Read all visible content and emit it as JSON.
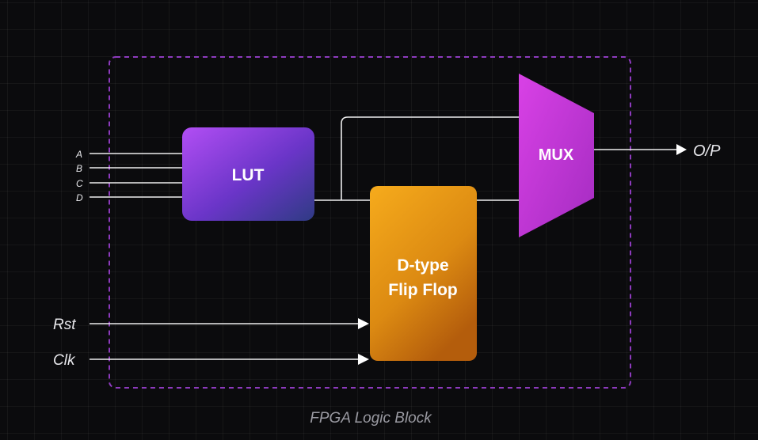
{
  "inputs": [
    "A",
    "B",
    "C",
    "D"
  ],
  "blocks": {
    "lut": "LUT",
    "flipflop_line1": "D-type",
    "flipflop_line2": "Flip Flop",
    "mux": "MUX"
  },
  "signals": {
    "reset": "Rst",
    "clock": "Clk",
    "output": "O/P"
  },
  "caption": "FPGA Logic Block",
  "colors": {
    "boundary": "#9b3fd0",
    "lut_gradient": [
      "#b04ef2",
      "#2e3a86"
    ],
    "flipflop_gradient": [
      "#f4a81a",
      "#b85e0a"
    ],
    "mux_gradient": [
      "#d63fe4",
      "#a92bc4"
    ],
    "wire": "#eeeeee"
  }
}
